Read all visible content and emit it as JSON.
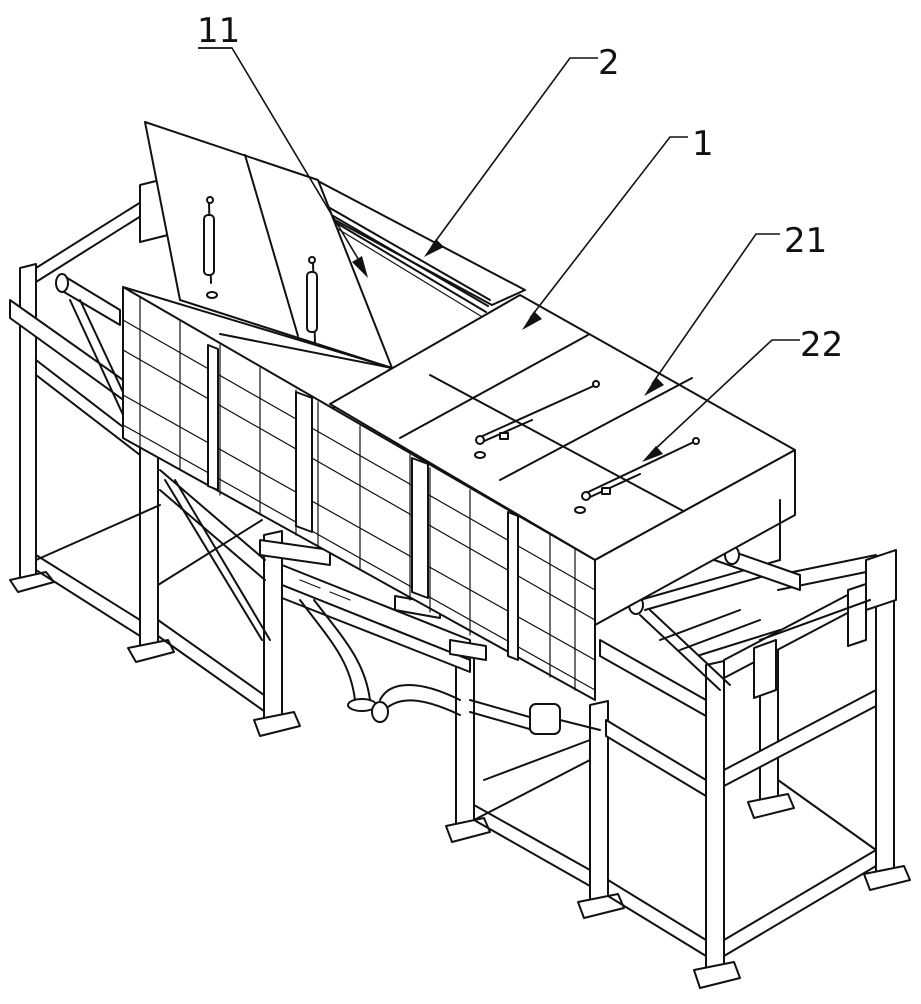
{
  "drawing": {
    "callouts": [
      {
        "id": "11",
        "text": "11"
      },
      {
        "id": "2",
        "text": "2"
      },
      {
        "id": "1",
        "text": "1"
      },
      {
        "id": "21",
        "text": "21"
      },
      {
        "id": "22",
        "text": "22"
      }
    ]
  }
}
